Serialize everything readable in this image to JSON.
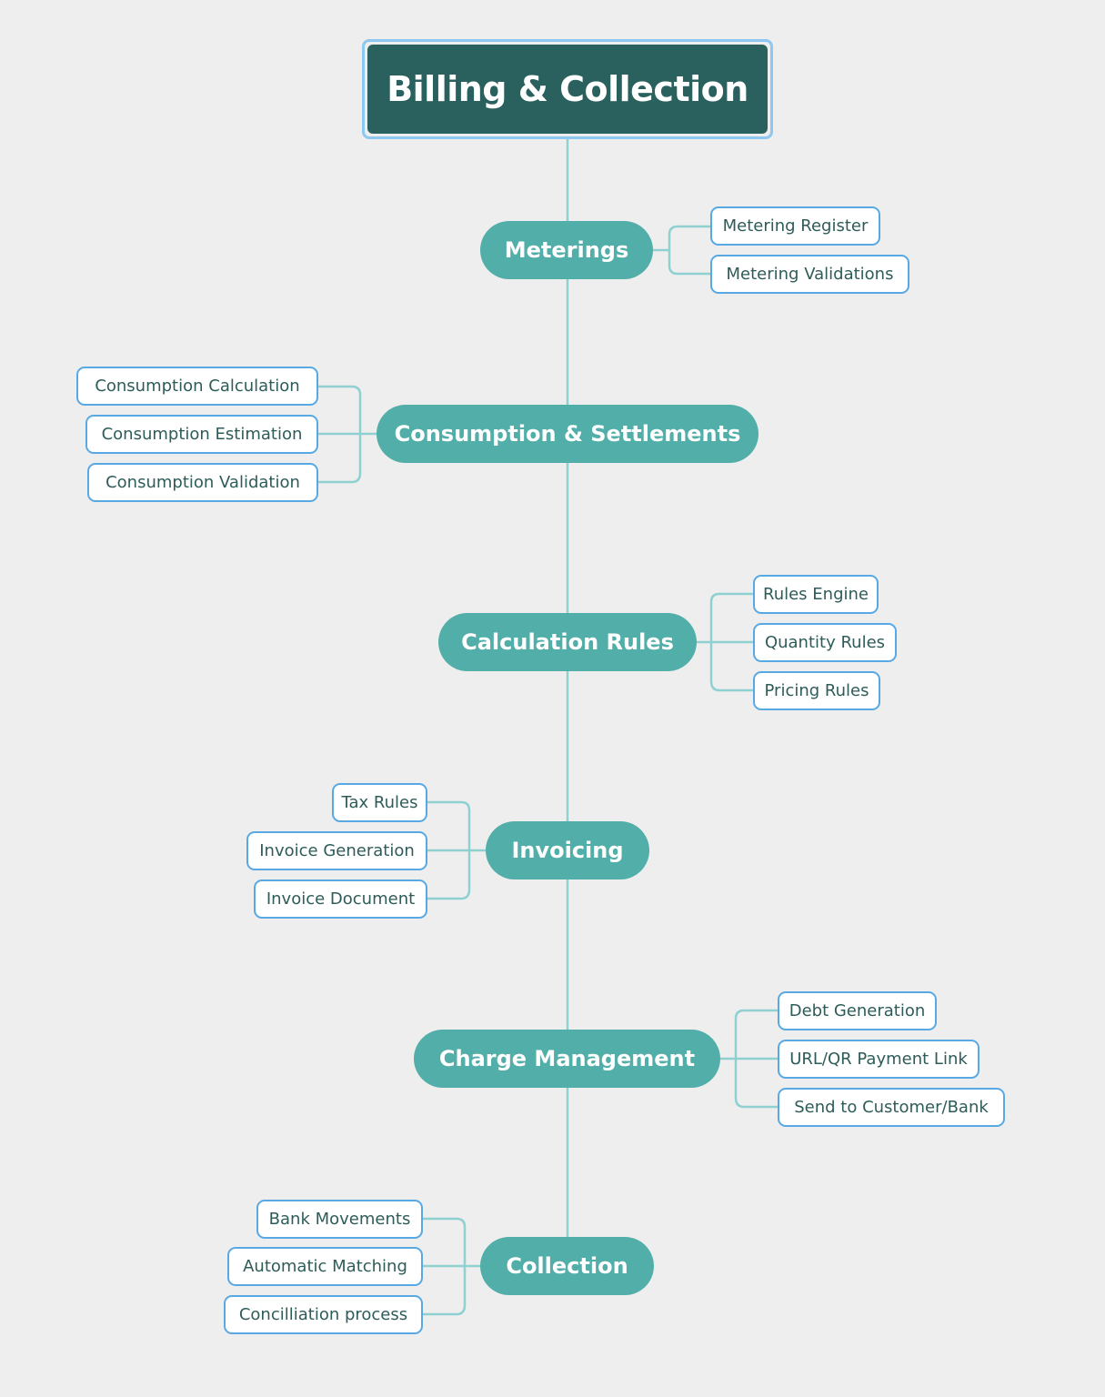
{
  "title": "Billing & Collection",
  "branches": {
    "meterings": {
      "label": "Meterings",
      "children": [
        "Metering Register",
        "Metering Validations"
      ]
    },
    "consumption": {
      "label": "Consumption & Settlements",
      "children": [
        "Consumption Calculation",
        "Consumption Estimation",
        "Consumption Validation"
      ]
    },
    "calculation": {
      "label": "Calculation Rules",
      "children": [
        "Rules Engine",
        "Quantity Rules",
        "Pricing Rules"
      ]
    },
    "invoicing": {
      "label": "Invoicing",
      "children": [
        "Tax Rules",
        "Invoice Generation",
        "Invoice Document"
      ]
    },
    "charge": {
      "label": "Charge Management",
      "children": [
        "Debt Generation",
        "URL/QR Payment Link",
        "Send to Customer/Bank"
      ]
    },
    "collection": {
      "label": "Collection",
      "children": [
        "Bank Movements",
        "Automatic Matching",
        "Concilliation process"
      ]
    }
  },
  "colors": {
    "background": "#efeeee",
    "root_fill": "#2a615e",
    "root_border": "#8ec7ef",
    "branch_fill": "#52aea8",
    "leaf_border": "#58a8e4",
    "leaf_text": "#2d5c59",
    "connector": "#8fd0d1"
  }
}
